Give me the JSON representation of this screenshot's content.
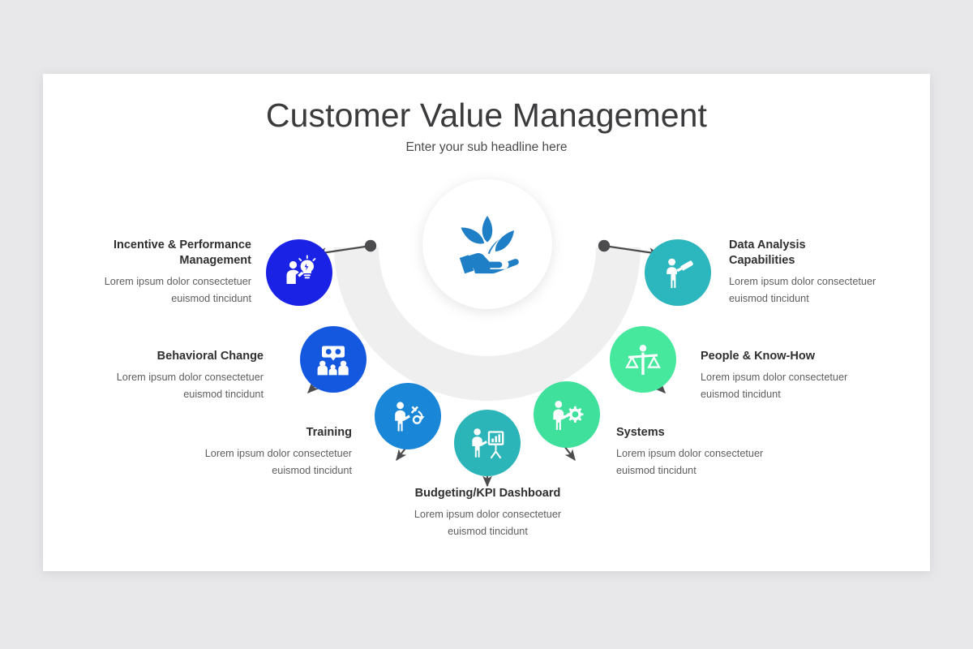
{
  "slide": {
    "title": "Customer Value Management",
    "subtitle": "Enter your sub headline here",
    "background_color": "#e8e7e9",
    "panel_color": "#ffffff",
    "arc_color": "#efeff0",
    "connector_color": "#4c4c4e"
  },
  "hub": {
    "icon": "hand-holding-plant-icon",
    "icon_color": "#1f7fc6"
  },
  "nodes": [
    {
      "id": "incentive-performance-management",
      "heading": "Incentive & Performance\nManagement",
      "heading_line1": "Incentive & Performance",
      "heading_line2": "Management",
      "desc_line1": "Lorem ipsum dolor consectetuer",
      "desc_line2": "euismod tincidunt",
      "color": "#1a22e6",
      "icon": "person-lightbulb-icon",
      "align": "right"
    },
    {
      "id": "behavioral-change",
      "heading": "Behavioral Change",
      "desc_line1": "Lorem ipsum dolor consectetuer",
      "desc_line2": "euismod tincidunt",
      "color": "#1458df",
      "icon": "people-gears-speech-icon",
      "align": "right"
    },
    {
      "id": "training",
      "heading": "Training",
      "desc_line1": "Lorem ipsum dolor consectetuer",
      "desc_line2": "euismod tincidunt",
      "color": "#1a86d7",
      "icon": "person-strategy-icon",
      "align": "right"
    },
    {
      "id": "budgeting-kpi-dashboard",
      "heading": "Budgeting/KPI Dashboard",
      "desc_line1": "Lorem ipsum dolor consectetuer",
      "desc_line2": "euismod tincidunt",
      "color": "#2cb5b8",
      "icon": "person-presentation-chart-icon",
      "align": "center"
    },
    {
      "id": "systems",
      "heading": "Systems",
      "desc_line1": "Lorem ipsum dolor consectetuer",
      "desc_line2": "euismod tincidunt",
      "color": "#3ee09b",
      "icon": "person-gear-icon",
      "align": "left"
    },
    {
      "id": "people-know-how",
      "heading": "People & Know-How",
      "desc_line1": "Lorem ipsum dolor consectetuer",
      "desc_line2": "euismod tincidunt",
      "color": "#46e89e",
      "icon": "person-balance-scales-icon",
      "align": "left"
    },
    {
      "id": "data-analysis-capabilities",
      "heading": "Data Analysis\nCapabilities",
      "heading_line1": "Data Analysis",
      "heading_line2": "Capabilities",
      "desc_line1": "Lorem ipsum dolor consectetuer",
      "desc_line2": "euismod tincidunt",
      "color": "#2cb6bd",
      "icon": "person-telescope-icon",
      "align": "left"
    }
  ]
}
